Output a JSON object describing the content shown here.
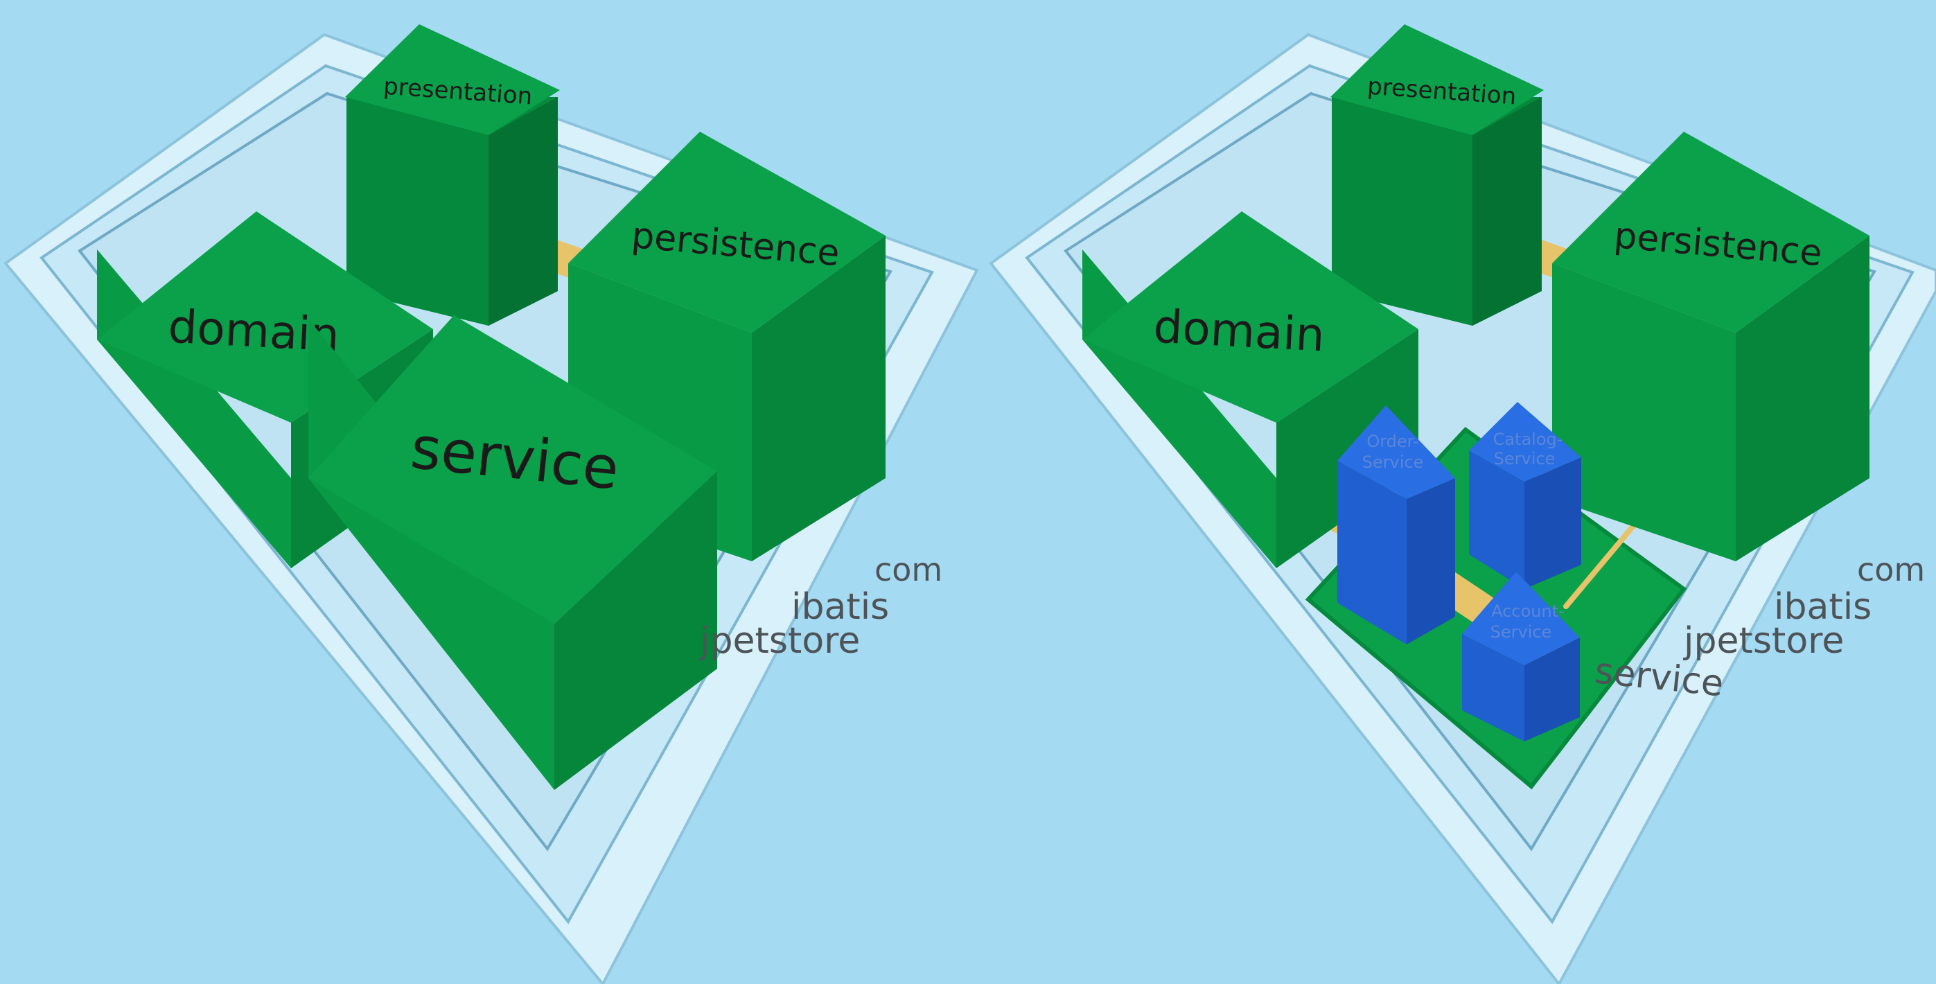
{
  "background_color": "#a5daf3",
  "colors": {
    "plate_top": "#c9ecf9",
    "plate_edge": "#8ec3dc",
    "box_top": "#0aa14a",
    "box_left": "#089a45",
    "box_right": "#05863a",
    "pipe": "#e7c36a",
    "blue_top": "#2a6ee3",
    "blue_left": "#1f5fcf",
    "blue_right": "#1a4fb5",
    "label_text": "#1a1a1a",
    "label_text_light": "#4e5358"
  },
  "left_diagram": {
    "packages": [
      "com",
      "ibatis",
      "jpetstore"
    ],
    "modules": {
      "presentation": "presentation",
      "domain": "domain",
      "persistence": "persistence",
      "service": "service"
    }
  },
  "right_diagram": {
    "packages": [
      "com",
      "ibatis",
      "jpetstore",
      "service"
    ],
    "modules": {
      "presentation": "presentation",
      "domain": "domain",
      "persistence": "persistence"
    },
    "services": {
      "order_line1": "Order-",
      "order_line2": "Service",
      "catalog_line1": "Catalog-",
      "catalog_line2": "Service",
      "account_line1": "Account-",
      "account_line2": "Service"
    }
  }
}
